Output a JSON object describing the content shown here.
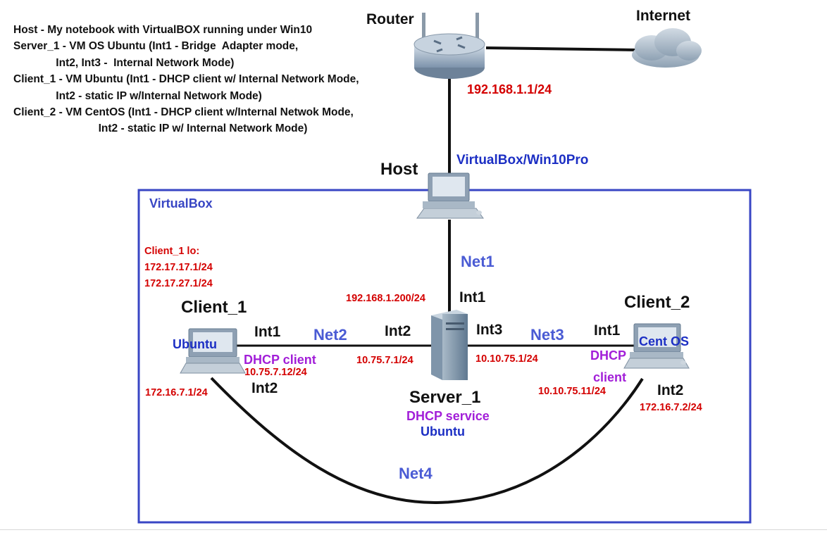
{
  "legend": [
    "Host - My notebook with VirtualBOX running under Win10",
    "Server_1 - VM OS Ubuntu (Int1 - Bridge  Adapter mode,",
    "              Int2, Int3 -  Internal Network Mode)",
    "Client_1 - VM Ubuntu (Int1 - DHCP client w/ Internal Network Mode,",
    "              Int2 - static IP w/Internal Network Mode)",
    "Client_2 - VM CentOS (Int1 - DHCP client w/Internal Netwok Mode,",
    "                            Int2 - static IP w/ Internal Network Mode)"
  ],
  "nodes": {
    "router": {
      "label": "Router",
      "ip": "192.168.1.1/24"
    },
    "internet": {
      "label": "Internet"
    },
    "host": {
      "label": "Host",
      "platform": "VirtualBox/Win10Pro"
    },
    "virtualbox": {
      "label": "VirtualBox"
    },
    "server_1": {
      "label": "Server_1",
      "service": "DHCP service",
      "os": "Ubuntu",
      "int1": "Int1",
      "int1_ip": "192.168.1.200/24",
      "int2": "Int2",
      "int2_ip": "10.75.7.1/24",
      "int3": "Int3",
      "int3_ip": "10.10.75.1/24"
    },
    "client_1": {
      "label": "Client_1",
      "os": "Ubuntu",
      "lo_title": "Client_1 lo:",
      "lo_ip1": "172.17.17.1/24",
      "lo_ip2": "172.17.27.1/24",
      "int1": "Int1",
      "int1_role": "DHCP client",
      "int1_ip": "10.75.7.12/24",
      "int2": "Int2",
      "int2_ip": "172.16.7.1/24"
    },
    "client_2": {
      "label": "Client_2",
      "os": "Cent OS",
      "int1": "Int1",
      "int1_role_1": "DHCP",
      "int1_role_2": "client",
      "int1_ip": "10.10.75.11/24",
      "int2": "Int2",
      "int2_ip": "172.16.7.2/24"
    }
  },
  "networks": {
    "net1": "Net1",
    "net2": "Net2",
    "net3": "Net3",
    "net4": "Net4"
  },
  "colors": {
    "red": "#d40000",
    "blue": "#1c2fc4",
    "net": "#4a5bd4",
    "purple": "#a21ed8",
    "frame": "#3846c4"
  }
}
